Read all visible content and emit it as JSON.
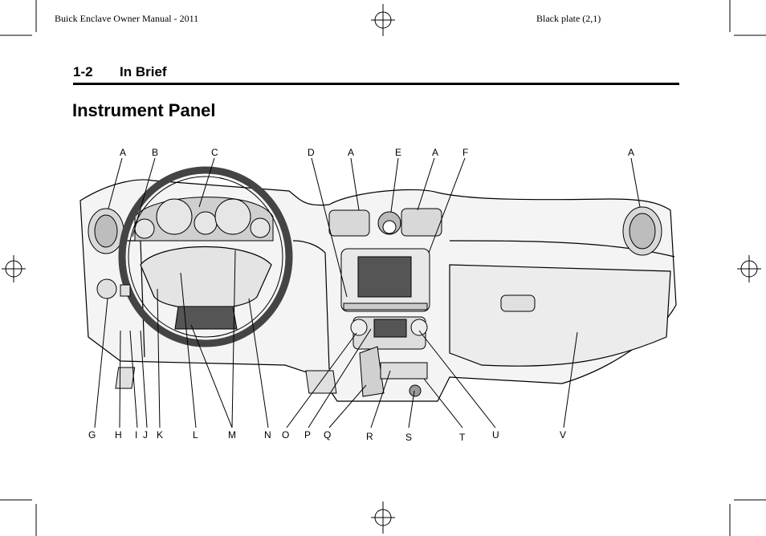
{
  "header": {
    "left": "Buick Enclave Owner Manual - 2011",
    "right": "Black plate (2,1)"
  },
  "section": {
    "number": "1-2",
    "name": "In Brief"
  },
  "title": "Instrument Panel",
  "figure": {
    "top_labels": [
      "A",
      "B",
      "C",
      "D",
      "A",
      "E",
      "A",
      "F",
      "A"
    ],
    "bottom_labels": [
      "G",
      "H",
      "I",
      "J",
      "K",
      "L",
      "M",
      "N",
      "O",
      "P",
      "Q",
      "R",
      "S",
      "T",
      "U",
      "V"
    ]
  }
}
